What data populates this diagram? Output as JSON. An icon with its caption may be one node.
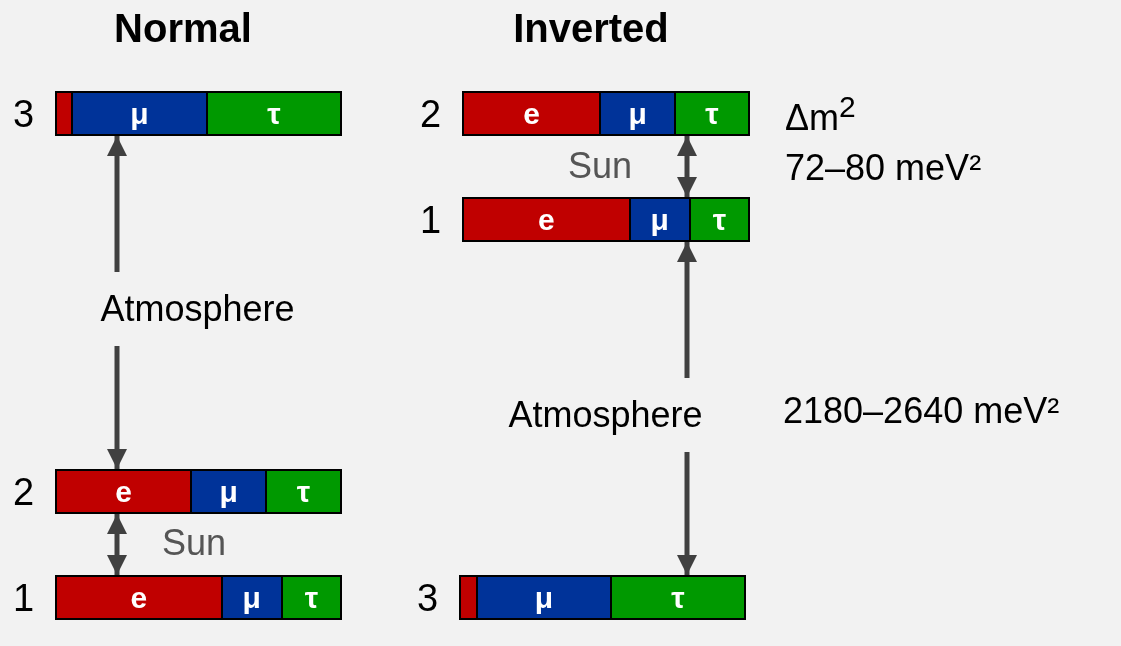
{
  "diagram": {
    "nodes": [
      {
        "text": [
          "μ",
          "τ"
        ],
        "beside": [
          "3"
        ]
      },
      {
        "text": [
          "Atmosphere"
        ]
      },
      {
        "text": [
          "e",
          "μ",
          "τ"
        ],
        "beside": [
          "2"
        ]
      },
      {
        "text": [
          "e",
          "μ",
          "τ"
        ],
        "beside": [
          "1"
        ]
      },
      {
        "text": [
          "e",
          "μ",
          "τ"
        ],
        "beside": [
          "2"
        ]
      },
      {
        "text": [
          "e",
          "μ",
          "τ"
        ],
        "beside": [
          "1"
        ]
      },
      {
        "text": [
          "Atmosphere"
        ]
      },
      {
        "text": [
          "μ",
          "τ"
        ],
        "beside": [
          "3"
        ]
      }
    ],
    "edges": [
      {
        "from": 1,
        "to": 0,
        "arrow": "to"
      },
      {
        "from": 1,
        "to": 2,
        "arrow": "to"
      },
      {
        "from": 2,
        "to": 3,
        "arrow": "both",
        "label": "Sun"
      },
      {
        "from": 4,
        "to": 5,
        "arrow": "both",
        "label": "Sun"
      },
      {
        "from": 6,
        "to": 5,
        "arrow": "to"
      },
      {
        "from": 6,
        "to": 7,
        "arrow": "to"
      }
    ],
    "labels": [
      "Normal",
      "Inverted",
      "Δm$^{2}$",
      "72–80 meV²",
      "2180–2640 meV²"
    ]
  }
}
